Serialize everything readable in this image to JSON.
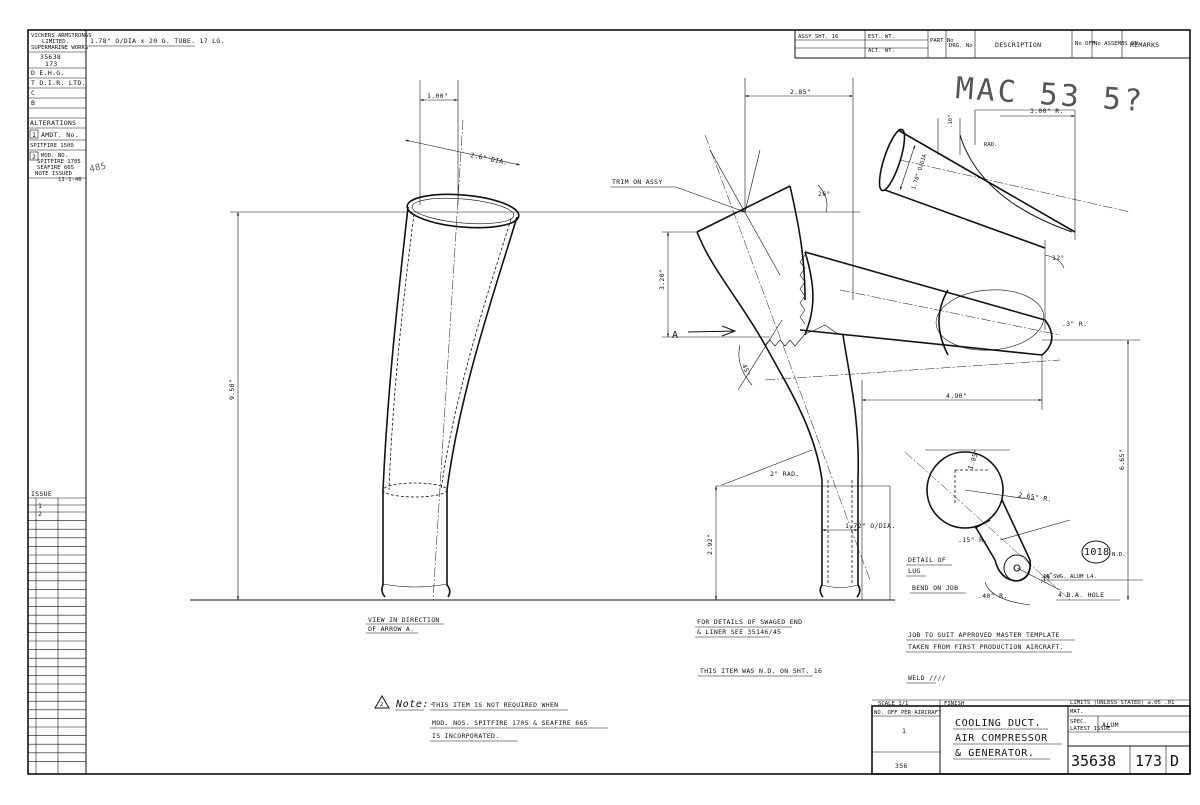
{
  "left_strip": {
    "company": [
      "VICKERS ARMSTRONGS",
      "LIMITED.",
      "SUPERMARINE WORKS"
    ],
    "drawing_no": "35638",
    "sheet": "173",
    "rows": [
      "D  E.H.G.",
      "T  D.I.R. LTD.",
      "C",
      "B"
    ],
    "alterations_title": "ALTERATIONS",
    "alt_1_no": "1",
    "alt_1_text": [
      "AMDT. No.",
      "SPITFIRE 1500"
    ],
    "alt_2_no": "2",
    "alt_2_text": [
      "MOD. NO.",
      "SPITFIRE 1705",
      "SEAFIRE 665",
      "NOTE ISSUED",
      "11-1-46"
    ],
    "margin_note": "485",
    "issue_title": "ISSUE",
    "issues": [
      "1",
      "2"
    ]
  },
  "stock_note": "1.78\" O/DIA x 20 G. TUBE. 17 LG.",
  "top_table": {
    "assy": "ASSY  SHT. 16",
    "est_wt": "EST. WT.",
    "act_wt": "ACT. WT.",
    "part_no": "PART No",
    "drg_no": "DRG. No",
    "description": "DESCRIPTION",
    "no_off": "No OFF",
    "assems_on": "No ASSEMBS ON",
    "remarks": "REMARKS"
  },
  "handwritten": "MAC 53 5?",
  "dimensions": {
    "d_100": "1.00\"",
    "d_26dia": "2.6\" DIA.",
    "d_950": "9.50\"",
    "d_285": "2.85\"",
    "d_300r": "3.00\" R.",
    "d_26deg": "26°",
    "d_320": "3.20\"",
    "d_45deg": "45°",
    "d_490": "4.90\"",
    "d_12deg": "12°",
    "d_3r": ".3\" R.",
    "d_2rad": "2\" RAD.",
    "d_292": "2.92\"",
    "d_172dia": "1.72\" O/DIA.",
    "d_665": "6.65\"",
    "d_10": ".10\"",
    "d_rad": "RAD.",
    "d_178dia": "1.78\" O/DIA",
    "d_105": "1.05\"",
    "d_265r": "2.65\" R.",
    "d_15r": ".15\" R.",
    "d_75": ".75\"",
    "d_40r": ".40\" R."
  },
  "labels": {
    "trim": "TRIM ON ASSY",
    "arrow": "A",
    "view_a": [
      "VIEW IN DIRECTION",
      "OF ARROW A."
    ],
    "swaged": [
      "FOR DETAILS OF SWAGED END",
      "& LINER SEE 35146/45"
    ],
    "nd_note": "THIS ITEM WAS N.D. ON SHT. 16",
    "lug": [
      "DETAIL OF",
      "LUG",
      "BEND ON JOB"
    ],
    "lug_part": "1018",
    "lug_part_suffix": "N.D.",
    "lug_material": "18 SWG. ALUM  L4.",
    "hole": "4 B.A. HOLE",
    "job": [
      "JOB TO SUIT APPROVED MASTER TEMPLATE",
      "TAKEN FROM FIRST PRODUCTION AIRCRAFT."
    ],
    "weld": "WELD ////",
    "note_title": "Note:-",
    "note_lines": [
      "THIS ITEM IS NOT REQUIRED WHEN",
      "MOD. NOS. SPITFIRE 1705 & SEAFIRE 665",
      "IS INCORPORATED."
    ]
  },
  "title_block": {
    "scale": "SCALE 1/1",
    "finish": "FINISH",
    "limits": "LIMITS (UNLESS STATED) ±.05 .01",
    "no_off_label": "NO. OFF PER AIRCRAFT",
    "no_off_value": "1",
    "ref": "356",
    "title_lines": [
      "COOLING DUCT.",
      "AIR COMPRESSOR",
      "& GENERATOR."
    ],
    "mat": "MAT.",
    "spec": "SPEC.",
    "latest": "LATEST ISSUE",
    "material": "ALUM",
    "drawing_no": "35638",
    "sheet": "173",
    "issue": "D"
  }
}
